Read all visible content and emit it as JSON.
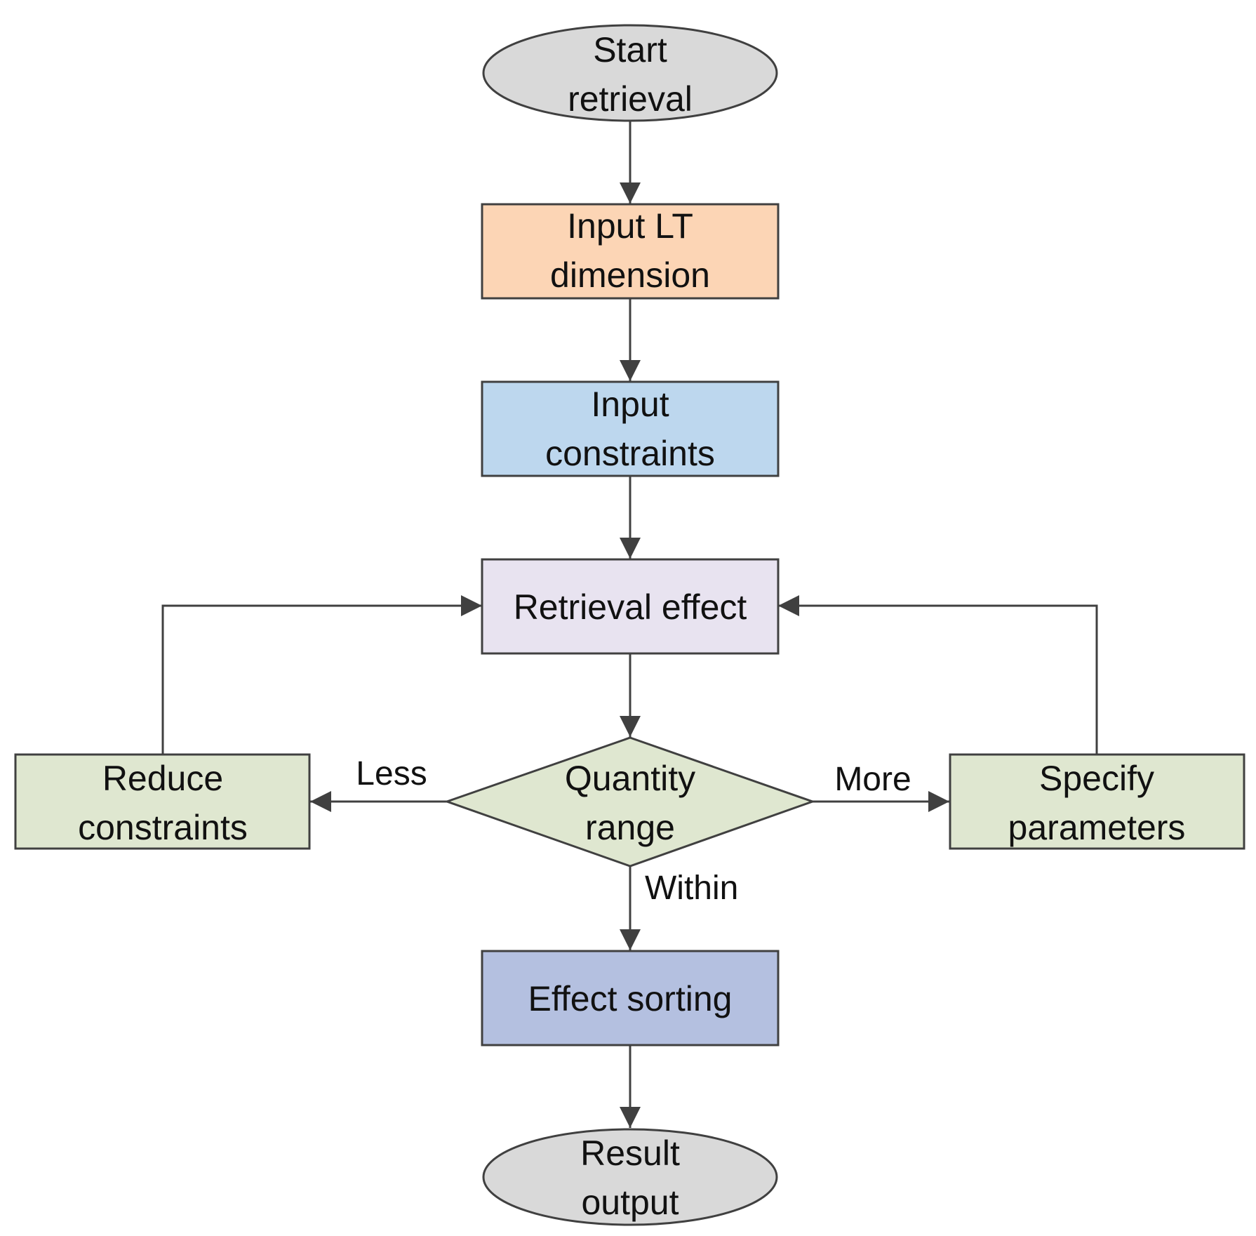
{
  "nodes": {
    "start": {
      "lines": [
        "Start",
        "retrieval"
      ],
      "color": "#d9d9d9"
    },
    "input_lt": {
      "lines": [
        "Input LT",
        "dimension"
      ],
      "color": "#fcd5b5"
    },
    "input_constraints": {
      "lines": [
        "Input",
        "constraints"
      ],
      "color": "#bdd7ee"
    },
    "retrieval_effect": {
      "lines": [
        "Retrieval effect"
      ],
      "color": "#e8e3f0"
    },
    "quantity_range": {
      "lines": [
        "Quantity",
        "range"
      ],
      "color": "#dfe7d0"
    },
    "reduce_constraints": {
      "lines": [
        "Reduce",
        "constraints"
      ],
      "color": "#dfe7d0"
    },
    "specify_parameters": {
      "lines": [
        "Specify",
        "parameters"
      ],
      "color": "#dfe7d0"
    },
    "effect_sorting": {
      "lines": [
        "Effect sorting"
      ],
      "color": "#b4c0e0"
    },
    "result_output": {
      "lines": [
        "Result",
        "output"
      ],
      "color": "#d9d9d9"
    }
  },
  "edge_labels": {
    "less": "Less",
    "more": "More",
    "within": "Within"
  },
  "line_color": "#404040"
}
